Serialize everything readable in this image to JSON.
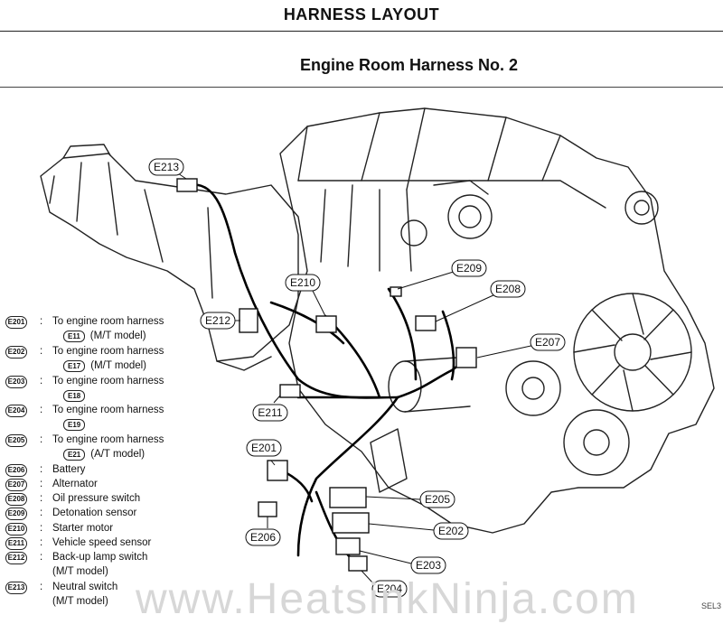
{
  "header": {
    "title": "HARNESS LAYOUT",
    "subtitle": "Engine Room Harness No. 2"
  },
  "callouts": [
    {
      "code": "E213"
    },
    {
      "code": "E212"
    },
    {
      "code": "E210"
    },
    {
      "code": "E209"
    },
    {
      "code": "E208"
    },
    {
      "code": "E207"
    },
    {
      "code": "E211"
    },
    {
      "code": "E201"
    },
    {
      "code": "E206"
    },
    {
      "code": "E205"
    },
    {
      "code": "E202"
    },
    {
      "code": "E203"
    },
    {
      "code": "E204"
    }
  ],
  "legend": [
    {
      "code": "E201",
      "text": "To engine room harness",
      "sub_code": "E11",
      "sub_text": "(M/T model)"
    },
    {
      "code": "E202",
      "text": "To engine room harness",
      "sub_code": "E17",
      "sub_text": "(M/T model)"
    },
    {
      "code": "E203",
      "text": "To engine room harness",
      "sub_code": "E18",
      "sub_text": ""
    },
    {
      "code": "E204",
      "text": "To engine room harness",
      "sub_code": "E19",
      "sub_text": ""
    },
    {
      "code": "E205",
      "text": "To engine room harness",
      "sub_code": "E21",
      "sub_text": "(A/T model)"
    },
    {
      "code": "E206",
      "text": "Battery",
      "sub_text": ""
    },
    {
      "code": "E207",
      "text": "Alternator",
      "sub_text": ""
    },
    {
      "code": "E208",
      "text": "Oil pressure switch",
      "sub_text": ""
    },
    {
      "code": "E209",
      "text": "Detonation sensor",
      "sub_text": ""
    },
    {
      "code": "E210",
      "text": "Starter motor",
      "sub_text": ""
    },
    {
      "code": "E211",
      "text": "Vehicle speed sensor",
      "sub_text": ""
    },
    {
      "code": "E212",
      "text": "Back-up lamp switch",
      "sub_text": "(M/T model)"
    },
    {
      "code": "E213",
      "text": "Neutral switch",
      "sub_text": "(M/T model)"
    }
  ],
  "watermark": "www.HeatsinkNinja.com",
  "page_code": "SEL3"
}
